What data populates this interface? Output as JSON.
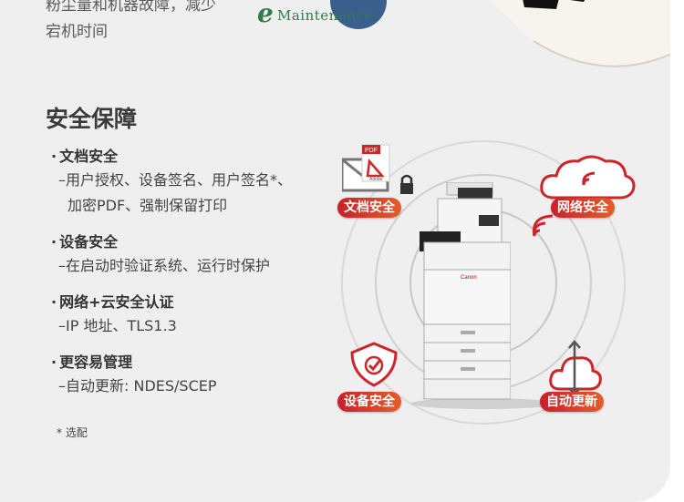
{
  "top_text": {
    "line1": "粉尘量和机器故障，减少",
    "line2": "宕机时间"
  },
  "logo": {
    "e": "e",
    "text": "Maintenance"
  },
  "section": {
    "title": "安全保障",
    "items": [
      {
        "title": "文档安全",
        "lines": [
          "–用户授权、设备签名、用户签名*、",
          "加密PDF、强制保留打印"
        ]
      },
      {
        "title": "设备安全",
        "lines": [
          "–在启动时验证系统、运行时保护"
        ]
      },
      {
        "title": "网络+云安全认证",
        "lines": [
          "–IP 地址、TLS1.3"
        ]
      },
      {
        "title": "更容易管理",
        "lines": [
          "–自动更新: NDES/SCEP"
        ]
      }
    ],
    "note": "* 选配"
  },
  "diagram": {
    "badges": {
      "doc": "文档安全",
      "network": "网络安全",
      "device": "设备安全",
      "update": "自动更新"
    },
    "pdf_label": "PDF",
    "adobe_label": "Adobe",
    "printer_brand": "Canon"
  },
  "colors": {
    "accent": "#d0232a",
    "background": "#efefef",
    "text": "#333333"
  }
}
